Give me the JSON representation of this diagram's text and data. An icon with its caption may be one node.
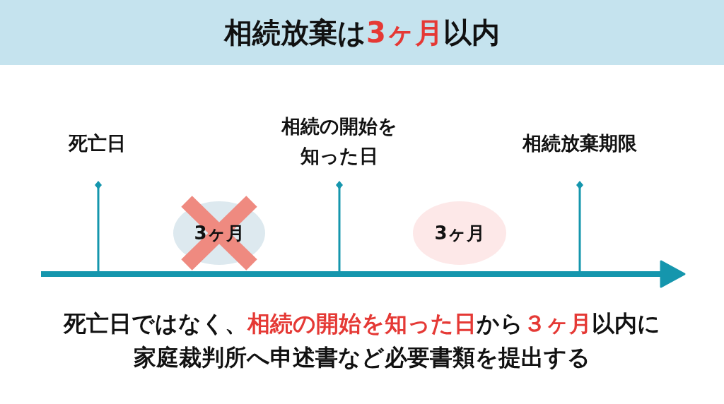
{
  "diagram": {
    "title": "相続放棄は**3ヶ月**以内",
    "nodes": [
      {
        "text": [
          "死亡日"
        ]
      },
      {
        "text": [
          "相続の開始を知った日"
        ]
      },
      {
        "text": [
          "相続放棄期限"
        ]
      },
      {
        "text": [
          "3ヶ月"
        ]
      },
      {
        "text": [
          "3ヶ月"
        ]
      }
    ],
    "edges": [],
    "caption": "死亡日ではなく、**相続の開始を知った日**から**３ヶ月**以内に家庭裁判所へ申述書など必要書類を提出する"
  }
}
